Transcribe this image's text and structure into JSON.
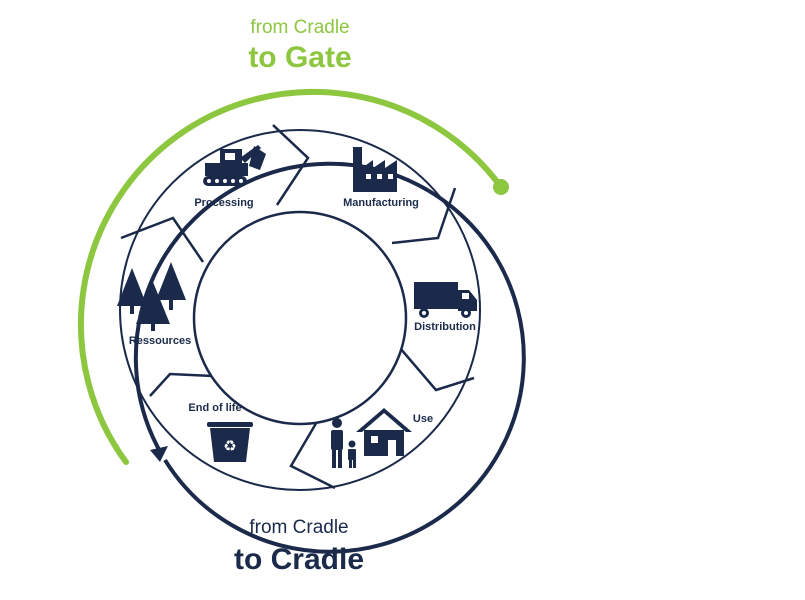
{
  "top": {
    "line1": "from Cradle",
    "line2": "to Gate"
  },
  "bottom": {
    "line1": "from Cradle",
    "line2": "to Cradle"
  },
  "stages": [
    {
      "label": "Processing",
      "icon": "excavator-icon"
    },
    {
      "label": "Manufacturing",
      "icon": "factory-icon"
    },
    {
      "label": "Distribution",
      "icon": "truck-icon"
    },
    {
      "label": "Use",
      "icon": "family-house-icon"
    },
    {
      "label": "End of life",
      "icon": "recycle-bin-icon"
    },
    {
      "label": "Ressources",
      "icon": "trees-icon"
    }
  ],
  "colors": {
    "navy": "#1b2a4a",
    "green": "#8dc63f"
  }
}
